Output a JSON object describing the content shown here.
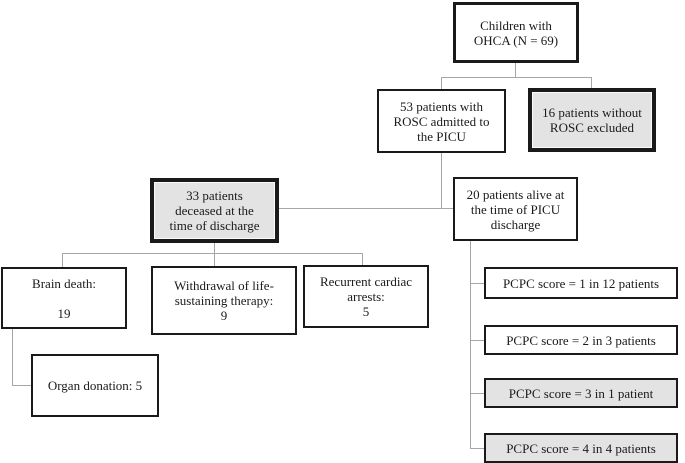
{
  "diagram": {
    "type": "flowchart",
    "title": "",
    "nodes": {
      "children_ohca": {
        "lines": [
          "Children with",
          "OHCA (N = 69)"
        ],
        "emphasis": "thick-border",
        "fill": "white"
      },
      "rosc_admitted": {
        "lines": [
          "53 patients with",
          "ROSC admitted to",
          "the PICU"
        ],
        "emphasis": "normal",
        "fill": "white"
      },
      "no_rosc_excluded": {
        "lines": [
          "16 patients without",
          "ROSC excluded"
        ],
        "emphasis": "heavy-border",
        "fill": "gray"
      },
      "deceased": {
        "lines": [
          "33 patients",
          "deceased at the",
          "time of discharge"
        ],
        "emphasis": "heavy-border",
        "fill": "gray"
      },
      "alive": {
        "lines": [
          "20 patients alive at",
          "the time of PICU",
          "discharge"
        ],
        "emphasis": "normal",
        "fill": "white"
      },
      "brain_death": {
        "lines": [
          "Brain death:",
          "19"
        ],
        "emphasis": "normal",
        "fill": "white"
      },
      "withdrawal": {
        "lines": [
          "Withdrawal of life-",
          "sustaining therapy:",
          "9"
        ],
        "emphasis": "normal",
        "fill": "white"
      },
      "recurrent_arrests": {
        "lines": [
          "Recurrent cardiac",
          "arrests:",
          "5"
        ],
        "emphasis": "normal",
        "fill": "white"
      },
      "organ_donation": {
        "lines": [
          "Organ donation: 5"
        ],
        "emphasis": "normal",
        "fill": "white"
      },
      "pcpc1": {
        "lines": [
          "PCPC score = 1 in 12 patients"
        ],
        "emphasis": "normal",
        "fill": "white"
      },
      "pcpc2": {
        "lines": [
          "PCPC score = 2 in 3 patients"
        ],
        "emphasis": "normal",
        "fill": "white"
      },
      "pcpc3": {
        "lines": [
          "PCPC score = 3 in 1 patient"
        ],
        "emphasis": "normal",
        "fill": "gray"
      },
      "pcpc4": {
        "lines": [
          "PCPC score = 4 in 4 patients"
        ],
        "emphasis": "normal",
        "fill": "gray"
      }
    },
    "edges": [
      {
        "from": "children_ohca",
        "to": "rosc_admitted"
      },
      {
        "from": "children_ohca",
        "to": "no_rosc_excluded"
      },
      {
        "from": "rosc_admitted",
        "to": "deceased"
      },
      {
        "from": "rosc_admitted",
        "to": "alive"
      },
      {
        "from": "deceased",
        "to": "brain_death"
      },
      {
        "from": "deceased",
        "to": "withdrawal"
      },
      {
        "from": "deceased",
        "to": "recurrent_arrests"
      },
      {
        "from": "brain_death",
        "to": "organ_donation"
      },
      {
        "from": "alive",
        "to": "pcpc1"
      },
      {
        "from": "alive",
        "to": "pcpc2"
      },
      {
        "from": "alive",
        "to": "pcpc3"
      },
      {
        "from": "alive",
        "to": "pcpc4"
      }
    ],
    "colors": {
      "background": "#ffffff",
      "box_border": "#1a1a1a",
      "box_fill_white": "#ffffff",
      "box_fill_gray": "#e3e3e3",
      "connector": "#a6a6a6",
      "text": "#1a1a1a"
    }
  }
}
